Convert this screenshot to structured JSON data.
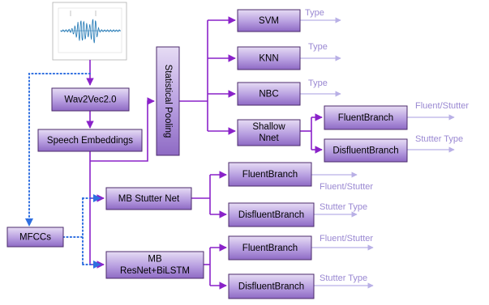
{
  "nodes": {
    "wav2vec": "Wav2Vec2.0",
    "embeddings": "Speech Embeddings",
    "pooling": "Statistical Pooling",
    "svm": "SVM",
    "knn": "KNN",
    "nbc": "NBC",
    "shallow_line1": "Shallow",
    "shallow_line2": "Nnet",
    "sh_fluent": "FluentBranch",
    "sh_disfluent": "DisfluentBranch",
    "mb_stutter": "MB Stutter Net",
    "mbs_fluent": "FluentBranch",
    "mbs_disfluent": "DisfluentBranch",
    "mfccs": "MFCCs",
    "mb_resnet_line1": "MB",
    "mb_resnet_line2": "ResNet+BiLSTM",
    "mbr_fluent": "FluentBranch",
    "mbr_disfluent": "DisfluentBranch"
  },
  "outputs": {
    "svm": "Type",
    "knn": "Type",
    "nbc": "Type",
    "sh_fluent": "Fluent/Stutter",
    "sh_disfluent": "Stutter Type",
    "mbs_fluent": "Fluent/Stutter",
    "mbs_disfluent": "Stutter Type",
    "mbr_fluent": "Fluent/Stutter",
    "mbr_disfluent": "Stutter Type"
  },
  "colors": {
    "box_top": "#e6dcf4",
    "box_bottom": "#8e6ac4",
    "connector": "#8a22c9",
    "output_arrow": "#b9b0e6",
    "output_text": "#9a88d2",
    "mfcc_link": "#2f6fe0",
    "waveform": "#1f77b4"
  },
  "icons": {
    "waveform": "audio-waveform-plot"
  }
}
